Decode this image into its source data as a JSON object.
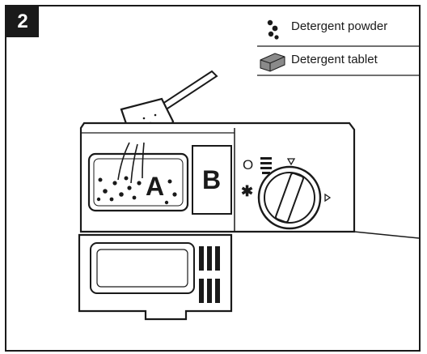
{
  "step_number": "2",
  "legend": {
    "items": [
      {
        "icon": "detergent-powder-icon",
        "label": "Detergent powder"
      },
      {
        "icon": "detergent-tablet-icon",
        "label": "Detergent tablet"
      }
    ]
  },
  "compartments": {
    "a_label": "A",
    "b_label": "B"
  },
  "dial": {
    "off_symbol": "O",
    "on_symbol": "✱"
  },
  "colors": {
    "ink": "#1a1a1a",
    "paper": "#ffffff",
    "tablet": "#8a8a8a"
  }
}
